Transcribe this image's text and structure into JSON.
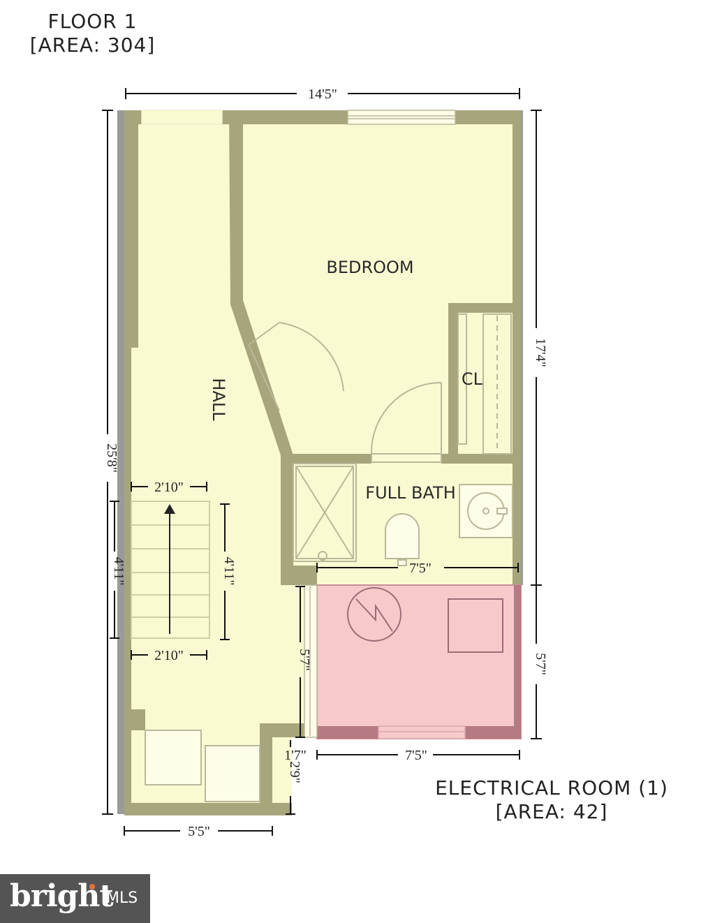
{
  "floor": {
    "title": "FLOOR 1",
    "area": "[AREA: 304]"
  },
  "rooms": {
    "bedroom": "BEDROOM",
    "closet": "CL",
    "hall": "HALL",
    "full_bath": "FULL BATH"
  },
  "electrical": {
    "title": "ELECTRICAL ROOM (1)",
    "area": "[AREA: 42]"
  },
  "dimensions": {
    "top_width": "14'5\"",
    "left_height": "25'8\"",
    "right_upper": "17'4\"",
    "right_lower": "5'7\"",
    "stair_top": "2'10\"",
    "stair_bottom": "2'10\"",
    "stair_left": "4'11\"",
    "stair_right": "4'11\"",
    "bath_width": "7'5\"",
    "elec_left": "5'7\"",
    "elec_bottom": "7'5\"",
    "notch_width": "1'7\"",
    "notch_height": "2'9\"",
    "bottom_width": "5'5\""
  },
  "colors": {
    "room_fill": "#fafad2",
    "wall": "#a6a57c",
    "electrical_fill": "#f7c9cb",
    "electrical_wall": "#b67a85",
    "exterior_edge": "#9a9a9a"
  },
  "logo": {
    "brand": "bright",
    "suffix": "MLS"
  }
}
